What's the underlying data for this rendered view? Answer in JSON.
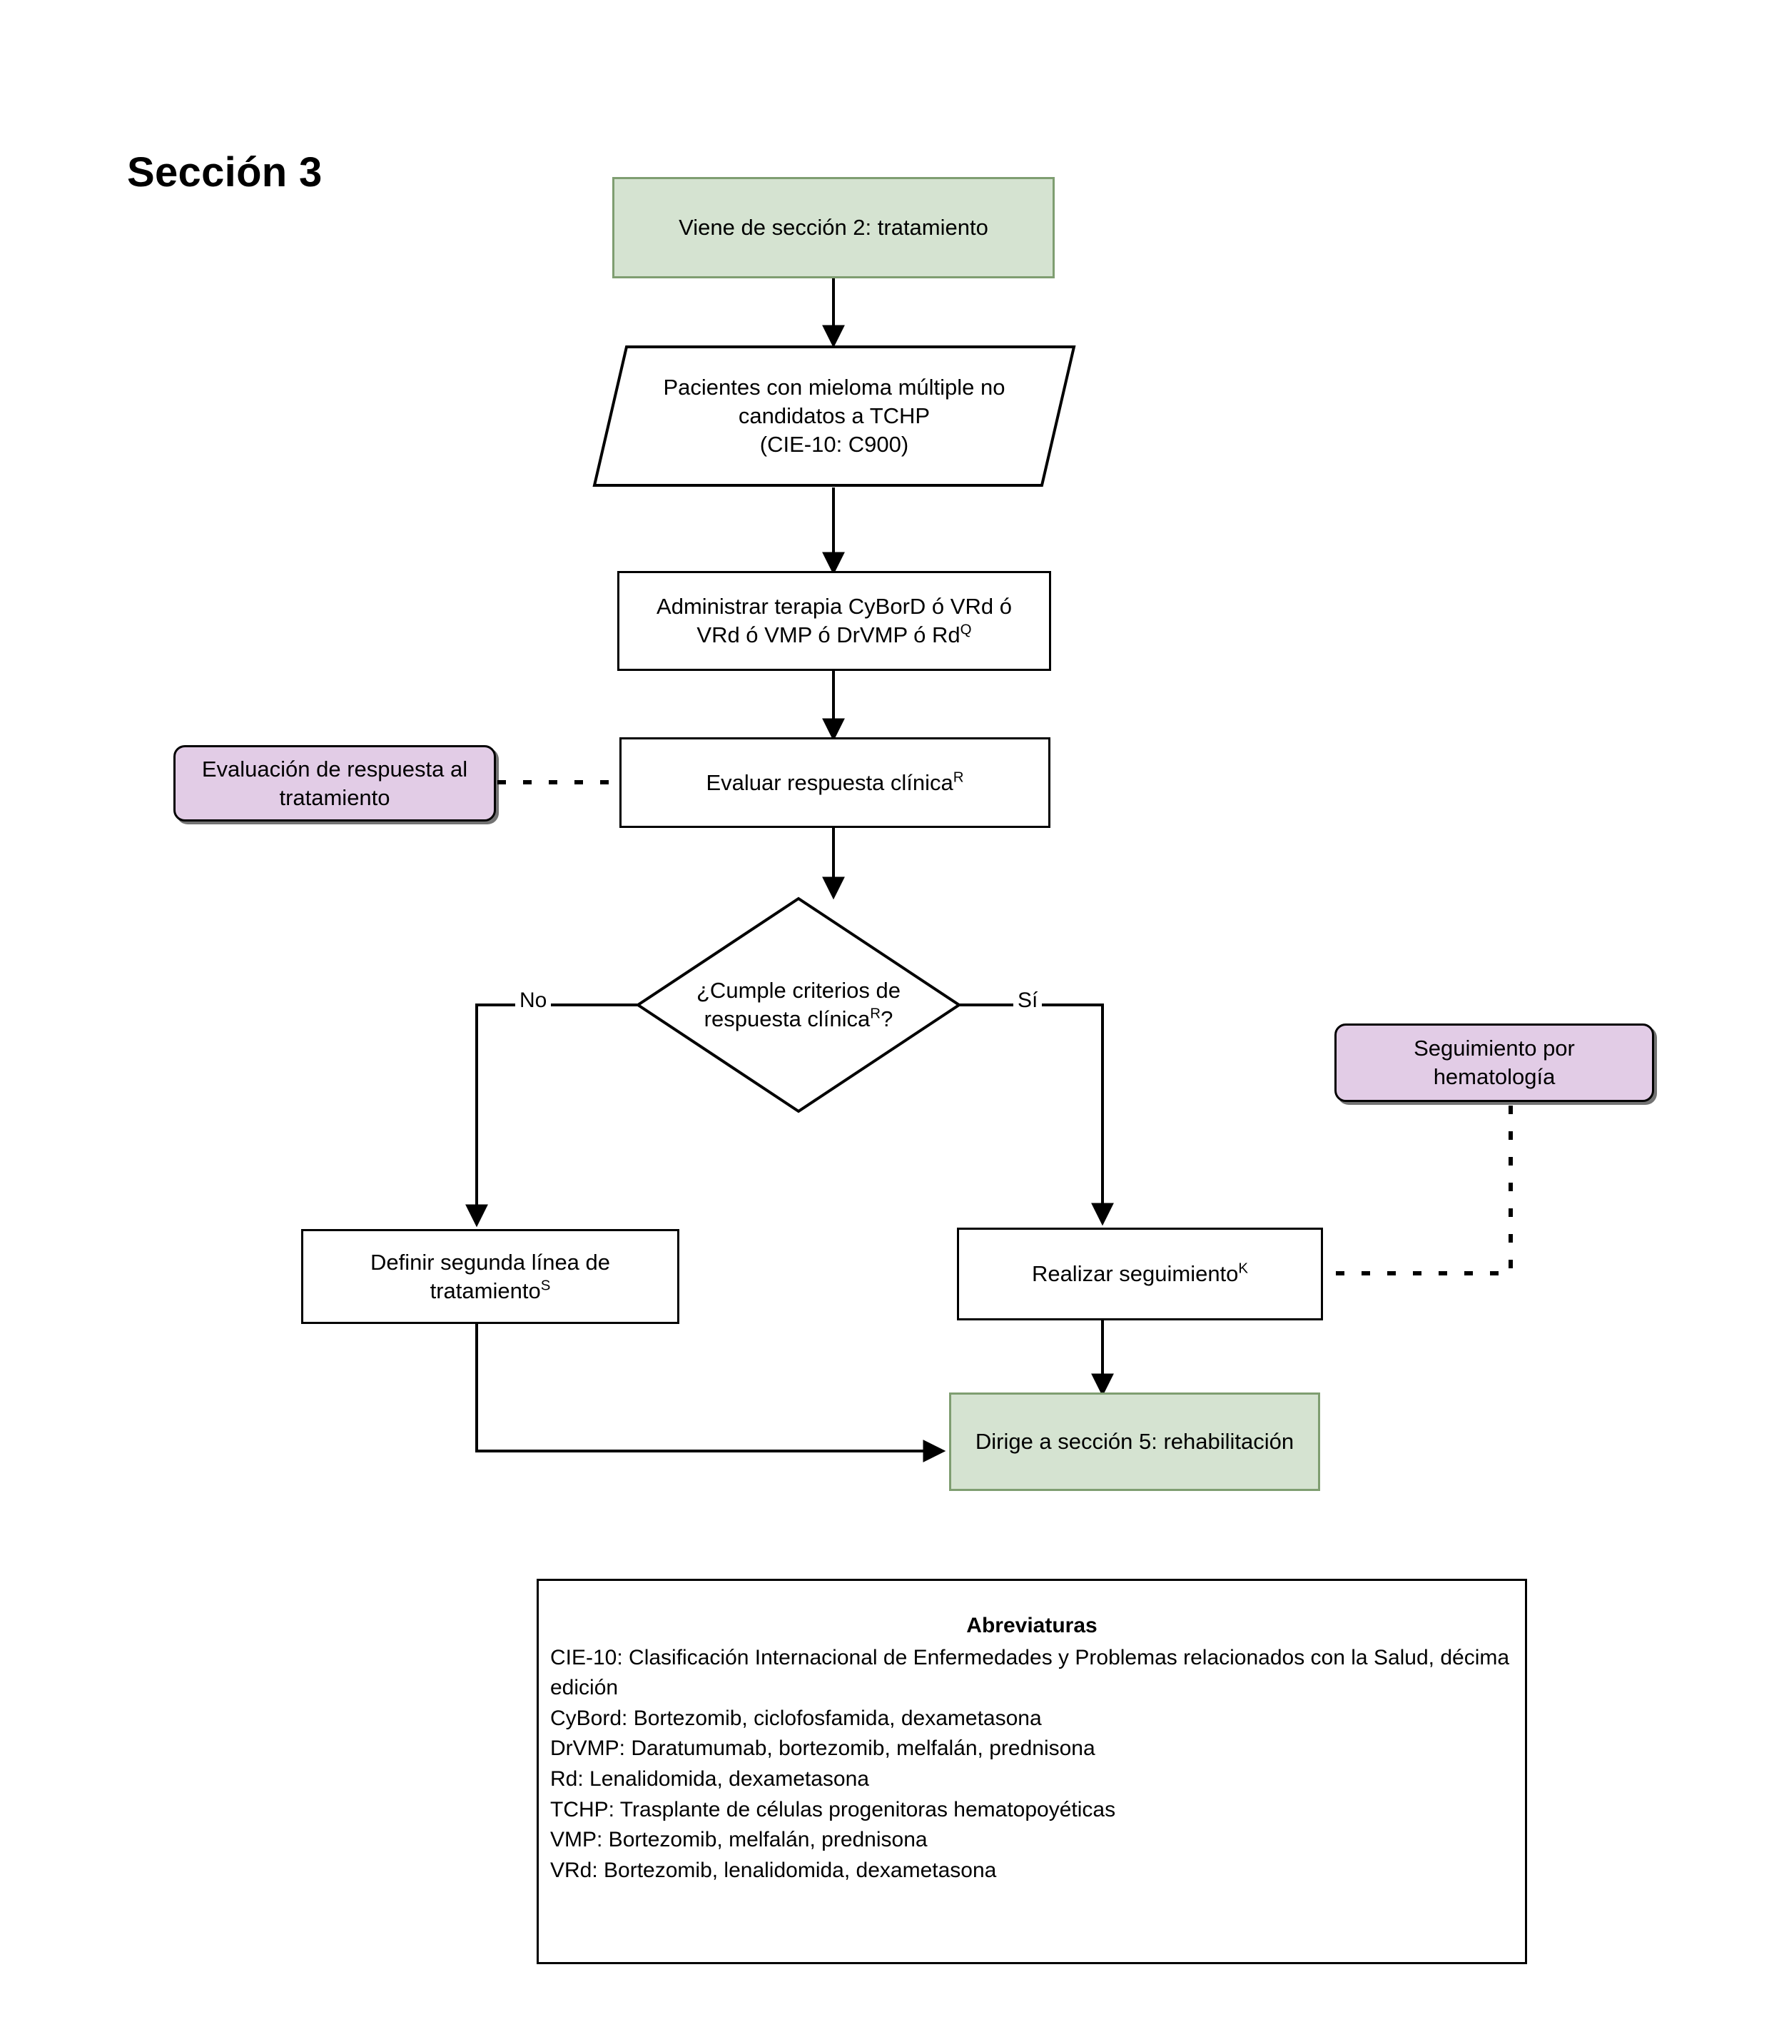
{
  "page": {
    "title": "Sección 3"
  },
  "nodes": {
    "start": {
      "label": "Viene de sección 2: tratamiento",
      "shape": "terminal",
      "fill": "#d5e3d1",
      "stroke": "#7f9e71"
    },
    "patients": {
      "line1": "Pacientes con mieloma múltiple no",
      "line2": "candidatos a TCHP",
      "line3": "(CIE-10: C900)",
      "shape": "parallelogram"
    },
    "therapy": {
      "line1": "Administrar terapia CyBorD ó VRd ó",
      "line2_main": "VRd ó VMP ó DrVMP ó Rd",
      "line2_sup": "Q",
      "shape": "process"
    },
    "evaluate": {
      "main": "Evaluar respuesta clínica",
      "sup": "R",
      "shape": "process"
    },
    "note_evaluation": {
      "line1": "Evaluación de respuesta al",
      "line2": "tratamiento",
      "shape": "note",
      "fill": "#e2cce6"
    },
    "decision": {
      "line1": "¿Cumple criterios de",
      "line2_main": "respuesta clínica",
      "line2_sup": "R",
      "line2_tail": "?",
      "shape": "diamond"
    },
    "second_line": {
      "line1": "Definir segunda línea de",
      "line2_main": "tratamiento",
      "line2_sup": "S",
      "shape": "process"
    },
    "followup": {
      "main": "Realizar seguimiento",
      "sup": "K",
      "shape": "process"
    },
    "note_hematology": {
      "line1": "Seguimiento por",
      "line2": "hematología",
      "shape": "note",
      "fill": "#e2cce6"
    },
    "end": {
      "label": "Dirige a sección 5: rehabilitación",
      "shape": "terminal",
      "fill": "#d5e3d1",
      "stroke": "#7f9e71"
    }
  },
  "edges": {
    "no_label": "No",
    "yes_label": "Sí"
  },
  "legend": {
    "title": "Abreviaturas",
    "lines": [
      "CIE-10: Clasificación Internacional de Enfermedades y Problemas relacionados con la Salud, décima edición",
      "CyBord: Bortezomib, ciclofosfamida, dexametasona",
      "DrVMP: Daratumumab, bortezomib, melfalán, prednisona",
      "Rd: Lenalidomida, dexametasona",
      "TCHP: Trasplante de células progenitoras hematopoyéticas",
      "VMP: Bortezomib, melfalán, prednisona",
      "VRd: Bortezomib, lenalidomida, dexametasona"
    ]
  }
}
